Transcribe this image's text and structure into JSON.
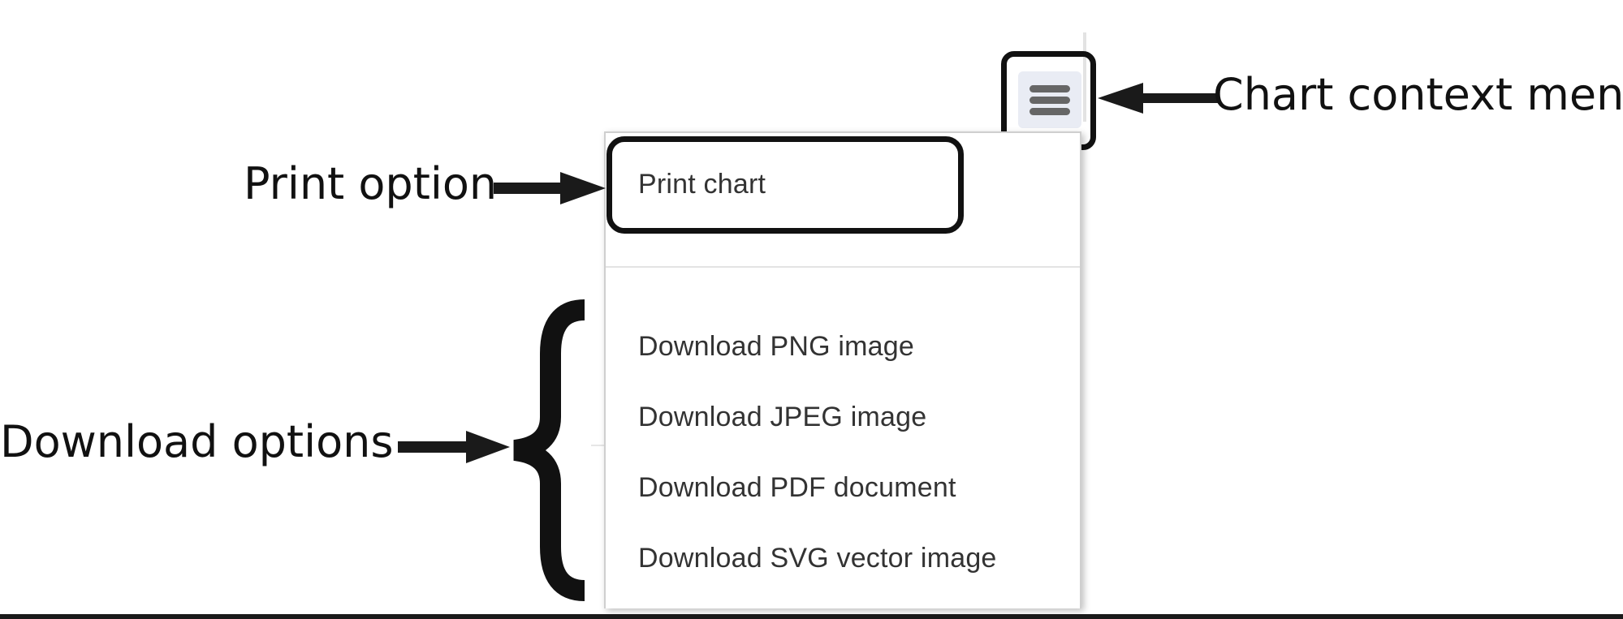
{
  "annotations": {
    "chart_context_menu": "Chart context menu",
    "print_option": "Print option",
    "download_options": "Download options"
  },
  "menu": {
    "button_icon": "hamburger-menu-icon",
    "print_item": "Print chart",
    "download_items": [
      "Download PNG image",
      "Download JPEG image",
      "Download PDF document",
      "Download SVG vector image"
    ]
  },
  "colors": {
    "annotation": "#111111",
    "menu_text": "#333333",
    "button_bg": "#e9ecf4",
    "icon_bar": "#666666"
  }
}
